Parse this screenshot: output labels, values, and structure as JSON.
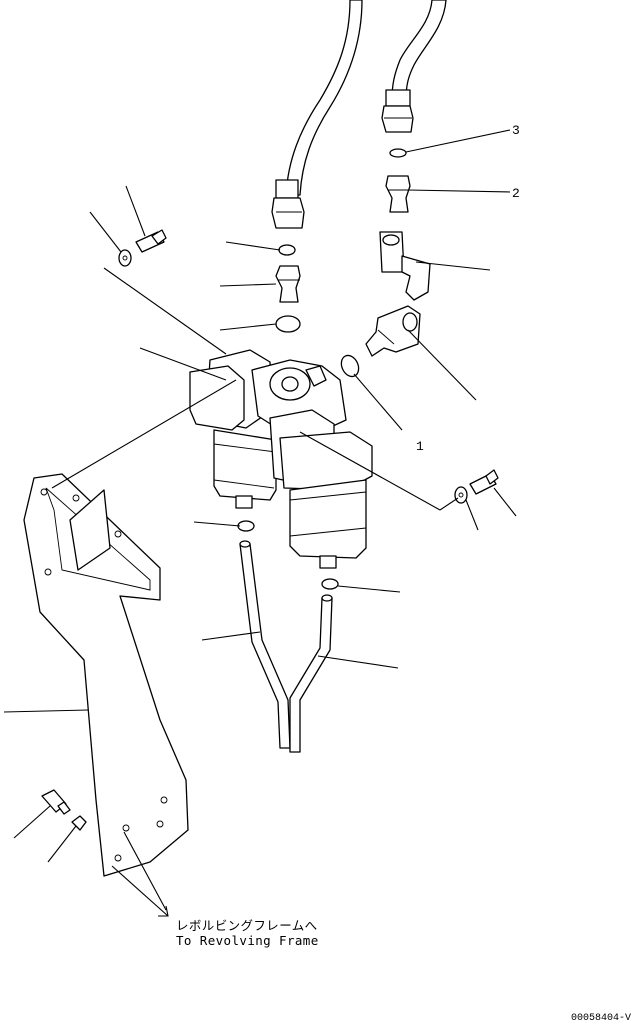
{
  "callouts": {
    "o_ring_top": "3",
    "adapter_top": "2",
    "o_ring_side": "1"
  },
  "caption": {
    "japanese": "レボルビングフレームへ",
    "english": "To Revolving Frame"
  },
  "figure_id": "00058404-V",
  "icons": [
    "hose",
    "o-ring",
    "adapter",
    "valve",
    "elbow",
    "bolt",
    "washer",
    "fuel-filter",
    "bracket",
    "clamp",
    "arrow"
  ]
}
